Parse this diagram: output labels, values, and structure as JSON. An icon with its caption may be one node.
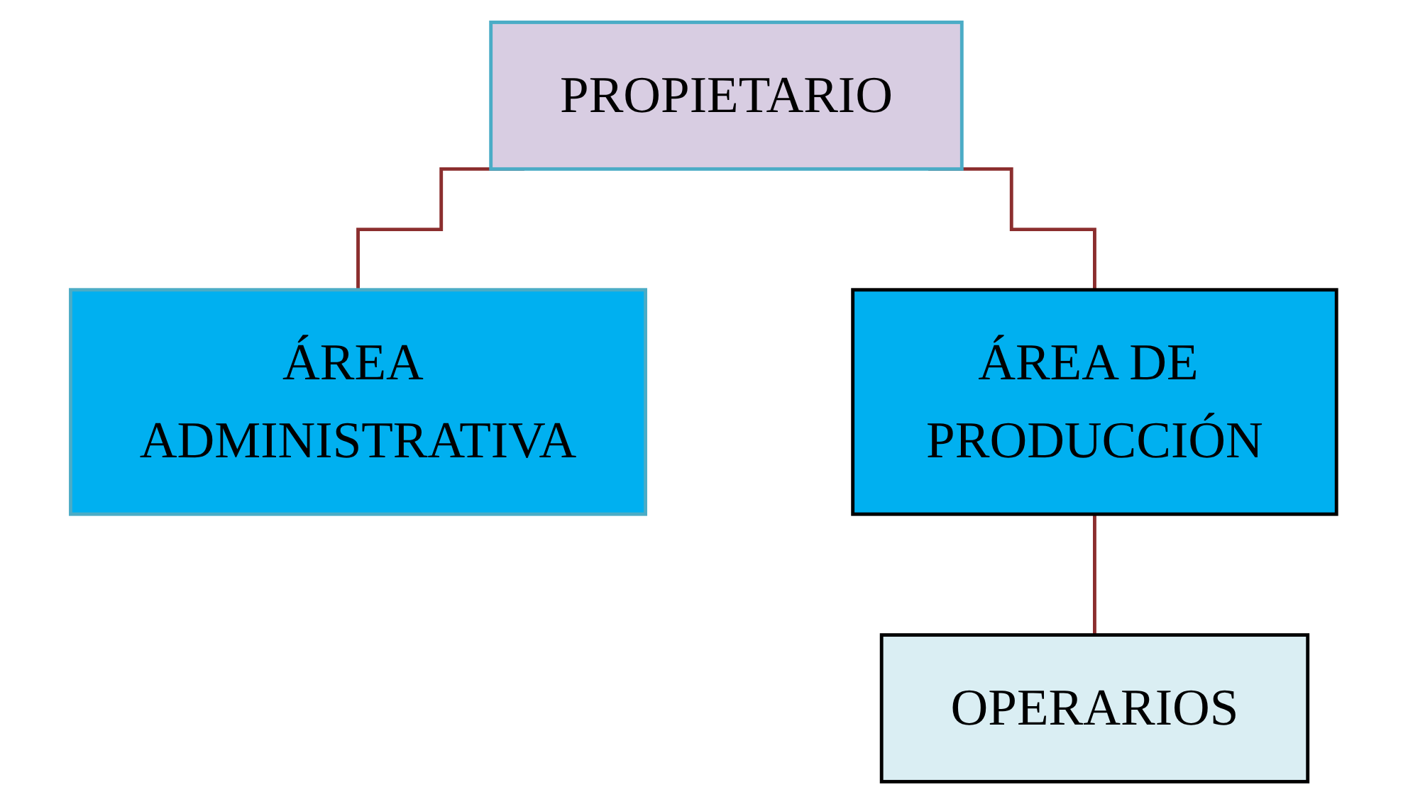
{
  "diagram": {
    "nodes": [
      {
        "text": [
          "PROPIETARIO"
        ]
      },
      {
        "text": [
          "ÁREA ADMINISTRATIVA"
        ]
      },
      {
        "text": [
          "ÁREA DE PRODUCCIÓN"
        ]
      },
      {
        "text": [
          "OPERARIOS"
        ]
      }
    ],
    "edges": [
      {
        "from": 0,
        "to": 1,
        "arrow": "none"
      },
      {
        "from": 0,
        "to": 2,
        "arrow": "none"
      },
      {
        "from": 2,
        "to": 3,
        "arrow": "none"
      }
    ]
  }
}
